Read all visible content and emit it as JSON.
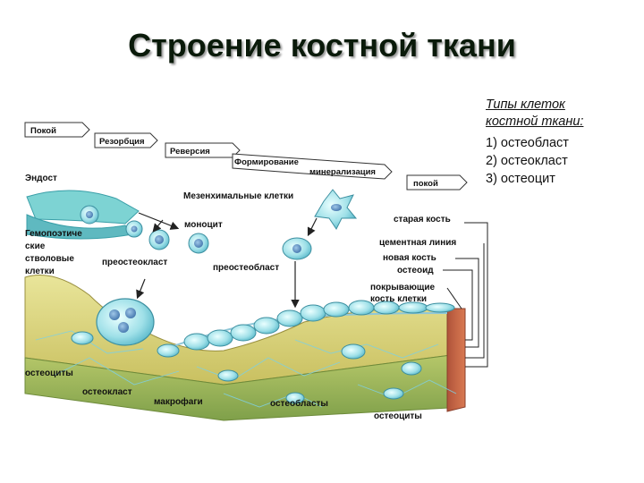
{
  "title": "Строение костной ткани",
  "cell_types": {
    "heading_line1": "Типы клеток",
    "heading_line2": "костной ткани:",
    "items": [
      "1) остеобласт",
      "2) остеокласт",
      "3) остеоцит"
    ]
  },
  "phases": [
    "Покой",
    "Резорбция",
    "Реверсия",
    "Формирование",
    "минерализация",
    "покой"
  ],
  "labels": {
    "endost": "Эндост",
    "mesenchymal": "Мезенхимальные клетки",
    "hemo1": "Гемопоэтиче",
    "hemo2": "ские",
    "hemo3": "стволовые",
    "hemo4": "клетки",
    "monocyte": "моноцит",
    "preosteoclast": "преостеокласт",
    "preosteoblast": "преостеобласт",
    "old_bone": "старая кость",
    "cement_line": "цементная линия",
    "new_bone": "новая кость",
    "osteoid": "остеоид",
    "lining1": "покрывающие",
    "lining2": "кость клетки",
    "osteocytes_left": "остеоциты",
    "osteoclast": "остеокласт",
    "macrophages": "макрофаги",
    "osteoblasts": "остеобласты",
    "osteocytes_bottom": "остеоциты"
  }
}
